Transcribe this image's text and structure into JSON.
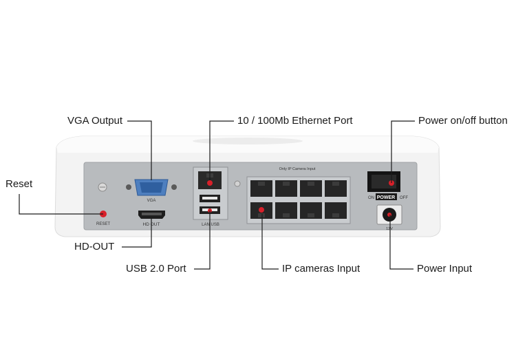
{
  "callouts": {
    "vga_output": "VGA Output",
    "ethernet_port": "10 / 100Mb Ethernet Port",
    "power_button": "Power on/off button",
    "reset": "Reset",
    "hd_out": "HD-OUT",
    "usb_port": "USB 2.0 Port",
    "ip_cameras_input": "IP cameras Input",
    "power_input": "Power Input"
  },
  "panel_labels": {
    "reset": "RESET",
    "vga": "VGA",
    "hd_out": "HD OUT",
    "lan_usb": "LAN USB",
    "poe_strip": "Only IP Camera Input",
    "on": "ON",
    "power": "POWER",
    "off": "OFF",
    "dc": "12V"
  },
  "colors": {
    "callout_line": "#1a1a1a",
    "chassis": "#f4f4f4",
    "panel": "#b7babd",
    "indicator_red": "#d8202a"
  },
  "poe_port_count": 8
}
